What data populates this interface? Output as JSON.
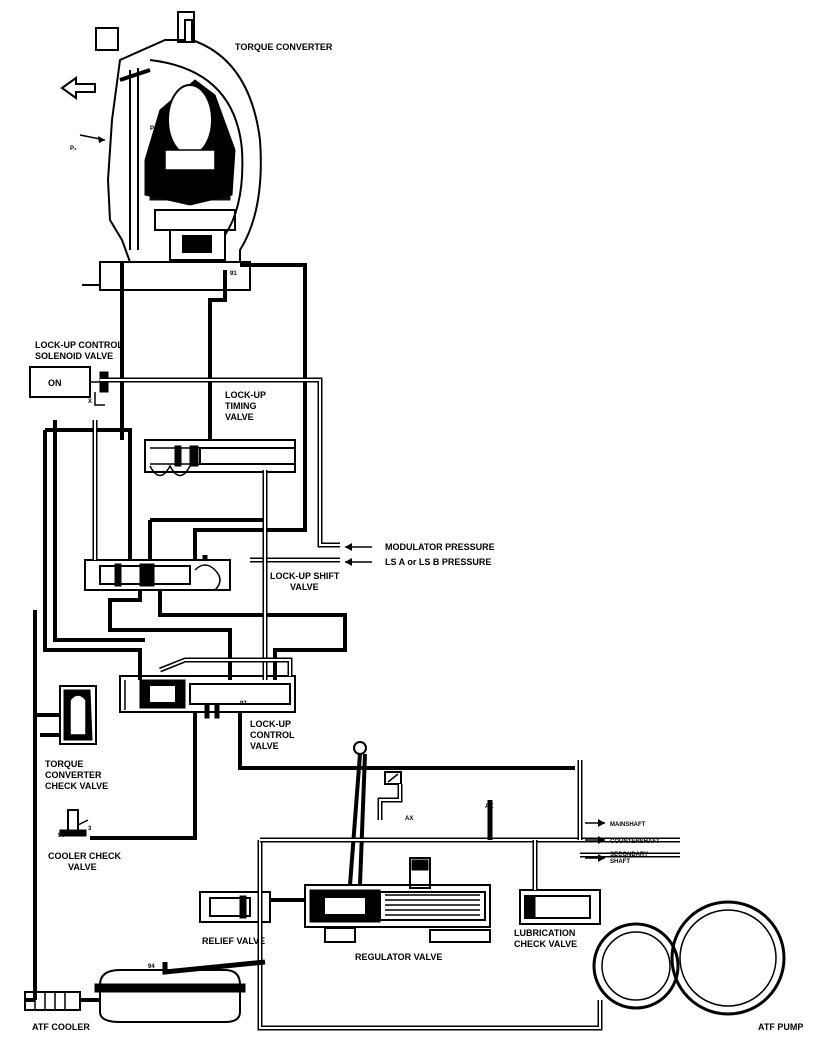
{
  "labels": {
    "torque_converter": "TORQUE CONVERTER",
    "lockup_solenoid_1": "LOCK-UP CONTROL",
    "lockup_solenoid_2": "SOLENOID VALVE",
    "solenoid_state": "ON",
    "timing_valve_1": "LOCK-UP",
    "timing_valve_2": "TIMING",
    "timing_valve_3": "VALVE",
    "modulator_pressure": "MODULATOR PRESSURE",
    "ls_pressure": "LS A or LS B PRESSURE",
    "shift_valve_1": "LOCK-UP SHIFT",
    "shift_valve_2": "VALVE",
    "control_valve_1": "LOCK-UP",
    "control_valve_2": "CONTROL",
    "control_valve_3": "VALVE",
    "tc_check_valve_1": "TORQUE",
    "tc_check_valve_2": "CONVERTER",
    "tc_check_valve_3": "CHECK VALVE",
    "cooler_check_1": "COOLER CHECK",
    "cooler_check_2": "VALVE",
    "relief_valve": "RELIEF VALVE",
    "regulator_valve": "REGULATOR VALVE",
    "lube_check_1": "LUBRICATION",
    "lube_check_2": "CHECK VALVE",
    "atf_cooler": "ATF COOLER",
    "atf_pump": "ATF PUMP",
    "mainshaft": "MAINSHAFT",
    "countershaft": "COUNTERSHAFT",
    "secondary_1": "SECONDARY",
    "secondary_2": "SHAFT"
  },
  "ports": {
    "p1": "P₁",
    "p2": "P₂",
    "n94": "94",
    "n91": "91",
    "n92": "92",
    "n90": "90",
    "n3": "3",
    "x": "X",
    "ax": "AX",
    "ax2": "AX"
  }
}
